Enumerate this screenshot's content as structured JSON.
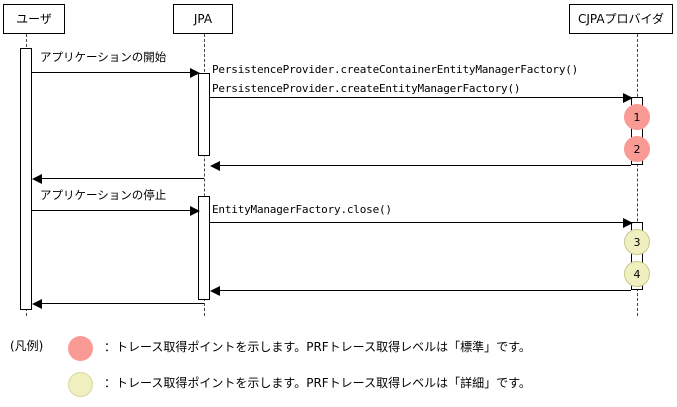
{
  "diagram": {
    "type": "uml-sequence-diagram",
    "lifelines": [
      {
        "id": "user",
        "label": "ユーザ"
      },
      {
        "id": "jpa",
        "label": "JPA"
      },
      {
        "id": "provider",
        "label": "CJPAプロバイダ"
      }
    ],
    "messages": [
      {
        "id": "m1",
        "label": "アプリケーションの開始",
        "from": "user",
        "to": "jpa",
        "kind": "call"
      },
      {
        "id": "m2",
        "label": "PersistenceProvider.createContainerEntityManagerFactory()",
        "from": "jpa",
        "to": "provider",
        "kind": "call"
      },
      {
        "id": "m3",
        "label": "PersistenceProvider.createEntityManagerFactory()",
        "from": "jpa",
        "to": "provider",
        "kind": "call"
      },
      {
        "id": "m4",
        "label": "",
        "from": "provider",
        "to": "jpa",
        "kind": "return"
      },
      {
        "id": "m5",
        "label": "",
        "from": "jpa",
        "to": "user",
        "kind": "return"
      },
      {
        "id": "m6",
        "label": "アプリケーションの停止",
        "from": "user",
        "to": "jpa",
        "kind": "call"
      },
      {
        "id": "m7",
        "label": "EntityManagerFactory.close()",
        "from": "jpa",
        "to": "provider",
        "kind": "call"
      },
      {
        "id": "m8",
        "label": "",
        "from": "provider",
        "to": "jpa",
        "kind": "return"
      },
      {
        "id": "m9",
        "label": "",
        "from": "jpa",
        "to": "user",
        "kind": "return"
      }
    ],
    "trace_points": [
      {
        "number": "1",
        "level": "standard"
      },
      {
        "number": "2",
        "level": "standard"
      },
      {
        "number": "3",
        "level": "detail"
      },
      {
        "number": "4",
        "level": "detail"
      }
    ]
  },
  "legend": {
    "title": "(凡例)",
    "entries": [
      {
        "swatch": "standard",
        "text": "：トレース取得ポイントを示します。PRFトレース取得レベルは「標準」です。"
      },
      {
        "swatch": "detail",
        "text": "：トレース取得ポイントを示します。PRFトレース取得レベルは「詳細」です。"
      }
    ]
  },
  "colors": {
    "standard": "#FA9A94",
    "detail": "#EFEFC0",
    "line": "#000000",
    "background": "#FFFFFF"
  }
}
